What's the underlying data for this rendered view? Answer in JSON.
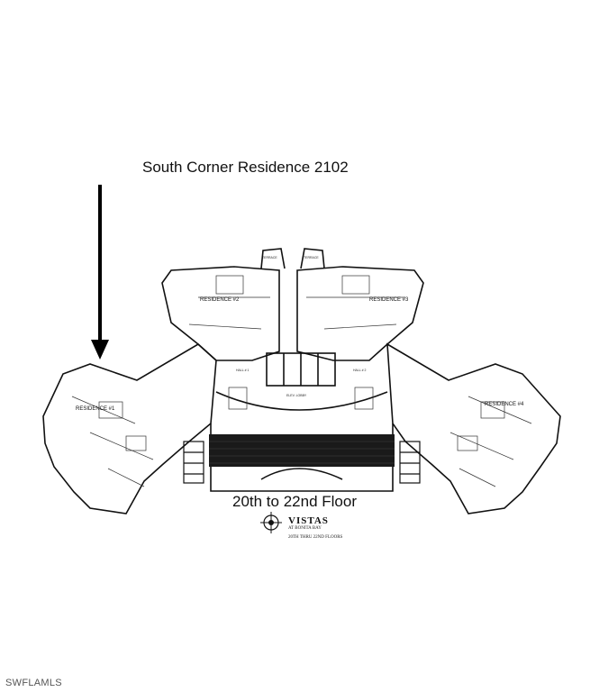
{
  "header": {
    "title": "South Corner Residence 2102"
  },
  "plan": {
    "residence_labels": [
      "RESIDENCE #1",
      "RESIDENCE #2",
      "RESIDENCE #3",
      "RESIDENCE #4"
    ],
    "hall_labels": [
      "HALL # 1",
      "HALL # 2"
    ],
    "elevator_label": "ELEV. LOBBY",
    "terrace_label": "TERRACE"
  },
  "floor_label": "20th to 22nd Floor",
  "logo": {
    "name": "VISTAS",
    "subtitle": "AT BONITA BAY",
    "floors": "20TH THRU 22ND FLOORS"
  },
  "watermark": "SWFLAMLS"
}
